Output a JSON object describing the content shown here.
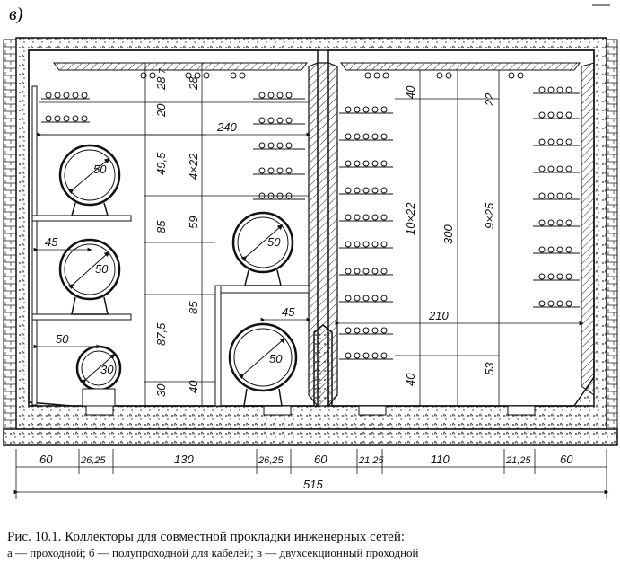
{
  "figure_letter": "в)",
  "caption": {
    "line1": "Рис. 10.1. Коллекторы для совместной прокладки инженерных сетей:",
    "line2": "а — проходной; б — полупроходной для кабелей; в — двухсекционный проходной"
  },
  "dims_vertical": {
    "left_col": [
      "28",
      "20",
      "49,5",
      "85",
      "87,5",
      "30"
    ],
    "mid_col": [
      "28",
      "4×22",
      "59",
      "85",
      "40"
    ],
    "right_a": [
      "40",
      "10×22",
      "40"
    ],
    "right_b": [
      "300"
    ],
    "right_c": [
      "22",
      "9×25",
      "53"
    ],
    "top_small": "7"
  },
  "dims_horizontal": {
    "top_240": "240",
    "left_45": "45",
    "left_50": "50",
    "mid_45": "45",
    "right_210": "210"
  },
  "pipes": [
    "50",
    "50",
    "30",
    "50",
    "50"
  ],
  "bottom_dims": [
    "60",
    "26,25",
    "130",
    "26,25",
    "60",
    "21,25",
    "110",
    "21,25",
    "60"
  ],
  "total_dim": "515"
}
